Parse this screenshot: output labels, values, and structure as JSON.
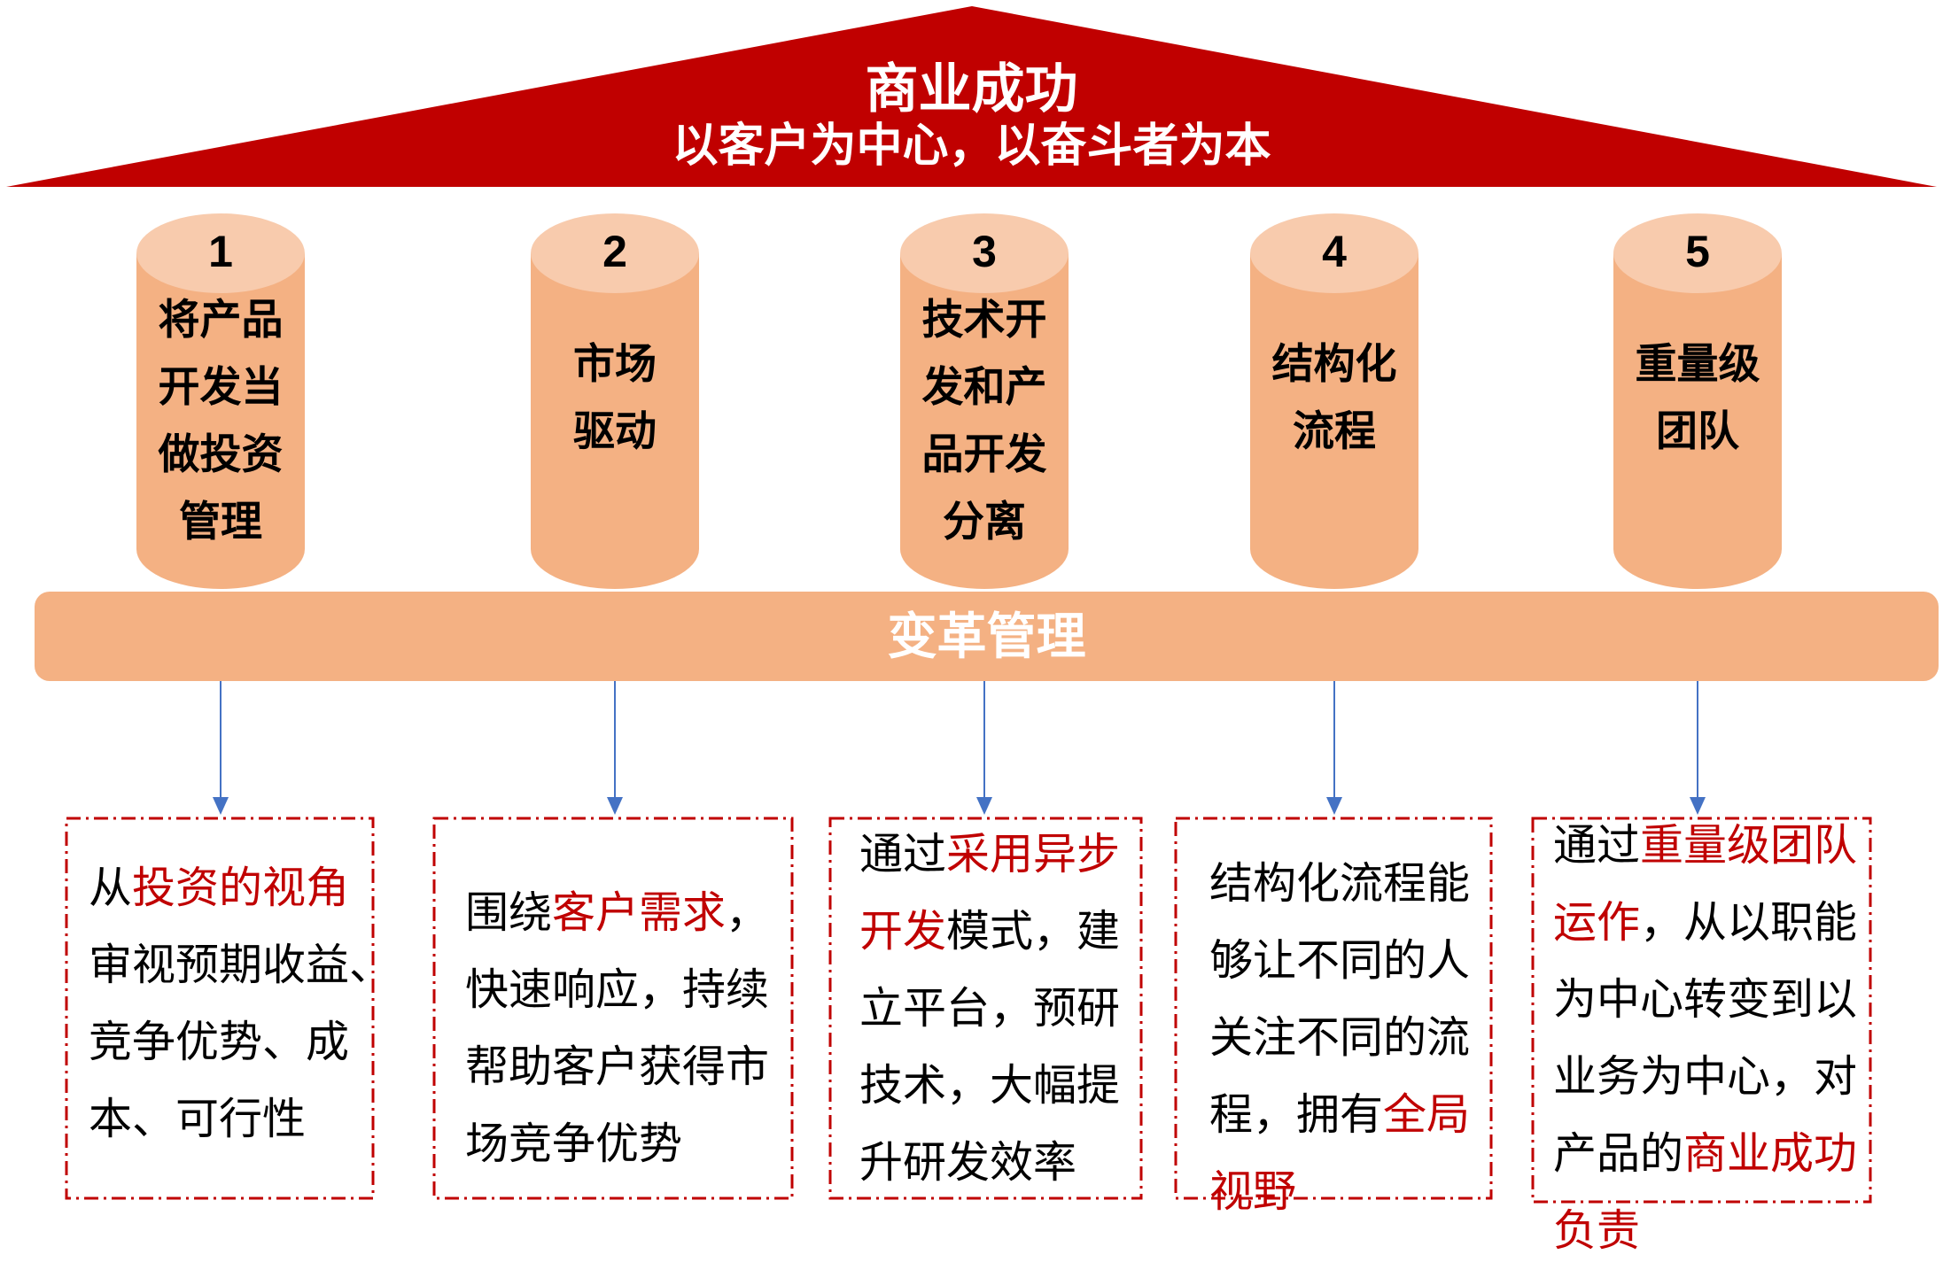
{
  "header": {
    "title": "商业成功",
    "subtitle": "以客户为中心，以奋斗者为本"
  },
  "colors": {
    "roof": "#c00000",
    "cylinder_body": "#f4b183",
    "cylinder_top": "#f8cbad",
    "arrow": "#4472c4",
    "highlight": "#c00000"
  },
  "pillars": [
    {
      "number": "1",
      "lines": [
        "将产品",
        "开发当",
        "做投资",
        "管理"
      ]
    },
    {
      "number": "2",
      "lines": [
        "市场",
        "驱动"
      ]
    },
    {
      "number": "3",
      "lines": [
        "技术开",
        "发和产",
        "品开发",
        "分离"
      ]
    },
    {
      "number": "4",
      "lines": [
        "结构化",
        "流程"
      ]
    },
    {
      "number": "5",
      "lines": [
        "重量级",
        "团队"
      ]
    }
  ],
  "foundation": {
    "label": "变革管理"
  },
  "boxes": [
    {
      "lines": [
        [
          {
            "t": "从",
            "hl": false
          },
          {
            "t": "投资的视角",
            "hl": true
          }
        ],
        [
          {
            "t": "审视预期收益、",
            "hl": false
          }
        ],
        [
          {
            "t": "竞争优势、成",
            "hl": false
          }
        ],
        [
          {
            "t": "本、可行性",
            "hl": false
          }
        ]
      ]
    },
    {
      "lines": [
        [
          {
            "t": "围绕",
            "hl": false
          },
          {
            "t": "客户需求",
            "hl": true
          },
          {
            "t": "，",
            "hl": false
          }
        ],
        [
          {
            "t": "快速响应，持续",
            "hl": false
          }
        ],
        [
          {
            "t": "帮助客户获得市",
            "hl": false
          }
        ],
        [
          {
            "t": "场竞争优势",
            "hl": false
          }
        ]
      ]
    },
    {
      "lines": [
        [
          {
            "t": "通过",
            "hl": false
          },
          {
            "t": "采用异步",
            "hl": true
          }
        ],
        [
          {
            "t": "开发",
            "hl": true
          },
          {
            "t": "模式，建",
            "hl": false
          }
        ],
        [
          {
            "t": "立平台，预研",
            "hl": false
          }
        ],
        [
          {
            "t": "技术，大幅提",
            "hl": false
          }
        ],
        [
          {
            "t": "升研发效率",
            "hl": false
          }
        ]
      ]
    },
    {
      "lines": [
        [
          {
            "t": "结构化流程能",
            "hl": false
          }
        ],
        [
          {
            "t": "够让不同的人",
            "hl": false
          }
        ],
        [
          {
            "t": "关注不同的流",
            "hl": false
          }
        ],
        [
          {
            "t": "程，拥有",
            "hl": false
          },
          {
            "t": "全局",
            "hl": true
          }
        ],
        [
          {
            "t": "视野",
            "hl": true
          }
        ]
      ]
    },
    {
      "lines": [
        [
          {
            "t": "通过",
            "hl": false
          },
          {
            "t": "重量级团队",
            "hl": true
          }
        ],
        [
          {
            "t": "运作",
            "hl": true
          },
          {
            "t": "，从以职能",
            "hl": false
          }
        ],
        [
          {
            "t": "为中心转变到以",
            "hl": false
          }
        ],
        [
          {
            "t": "业务为中心，对",
            "hl": false
          }
        ],
        [
          {
            "t": "产品的",
            "hl": false
          },
          {
            "t": "商业成功",
            "hl": true
          }
        ],
        [
          {
            "t": "负责",
            "hl": true
          }
        ]
      ]
    }
  ]
}
